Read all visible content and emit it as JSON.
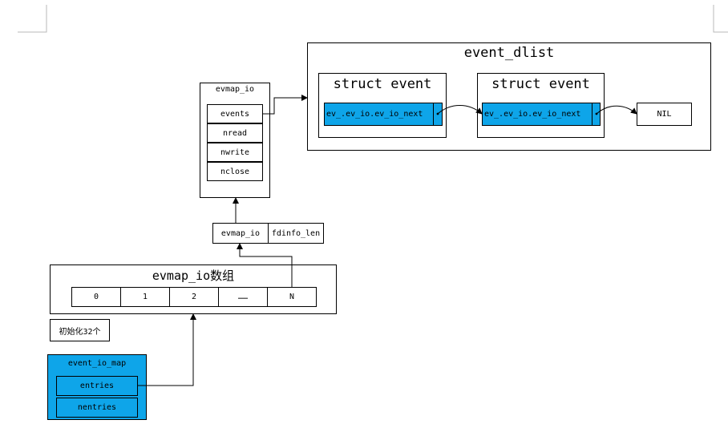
{
  "event_dlist": {
    "title": "event_dlist",
    "node1_title": "struct event",
    "node1_field": "ev_.ev_io.ev_io_next",
    "node2_title": "struct event",
    "node2_field": "ev_.ev_io.ev_io_next",
    "nil": "NIL"
  },
  "evmap_io": {
    "title": "evmap_io",
    "fields": [
      "events",
      "nread",
      "nwrite",
      "nclose"
    ]
  },
  "pair": {
    "left": "evmap_io",
    "right": "fdinfo_len"
  },
  "array": {
    "title": "evmap_io数组",
    "cells": [
      "0",
      "1",
      "2",
      "……",
      "N"
    ]
  },
  "init_note": "初始化32个",
  "event_io_map": {
    "title": "event_io_map",
    "fields": [
      "entries",
      "nentries"
    ]
  },
  "colors": {
    "highlight": "#0ea5e9",
    "stroke": "#000000"
  }
}
